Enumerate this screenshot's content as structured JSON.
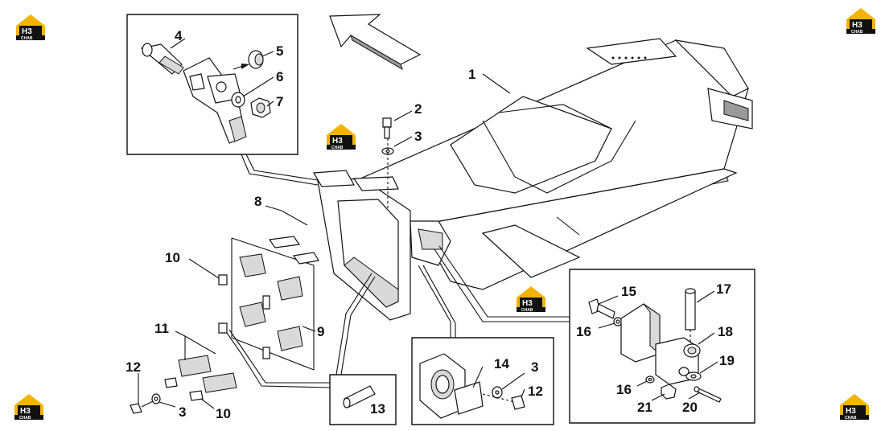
{
  "diagram": {
    "callouts": [
      {
        "id": "c1",
        "label": "1"
      },
      {
        "id": "c2",
        "label": "2"
      },
      {
        "id": "c3a",
        "label": "3"
      },
      {
        "id": "c4",
        "label": "4"
      },
      {
        "id": "c5",
        "label": "5"
      },
      {
        "id": "c6",
        "label": "6"
      },
      {
        "id": "c7",
        "label": "7"
      },
      {
        "id": "c8",
        "label": "8"
      },
      {
        "id": "c9",
        "label": "9"
      },
      {
        "id": "c10a",
        "label": "10"
      },
      {
        "id": "c10b",
        "label": "10"
      },
      {
        "id": "c11",
        "label": "11"
      },
      {
        "id": "c12a",
        "label": "12"
      },
      {
        "id": "c3b",
        "label": "3"
      },
      {
        "id": "c13",
        "label": "13"
      },
      {
        "id": "c14",
        "label": "14"
      },
      {
        "id": "c3c",
        "label": "3"
      },
      {
        "id": "c12b",
        "label": "12"
      },
      {
        "id": "c15",
        "label": "15"
      },
      {
        "id": "c16a",
        "label": "16"
      },
      {
        "id": "c17",
        "label": "17"
      },
      {
        "id": "c18",
        "label": "18"
      },
      {
        "id": "c19",
        "label": "19"
      },
      {
        "id": "c16b",
        "label": "16"
      },
      {
        "id": "c21",
        "label": "21"
      },
      {
        "id": "c20",
        "label": "20"
      }
    ],
    "watermark": {
      "line1": "H3",
      "line2": "CHAB",
      "color": "#f2b400"
    }
  }
}
